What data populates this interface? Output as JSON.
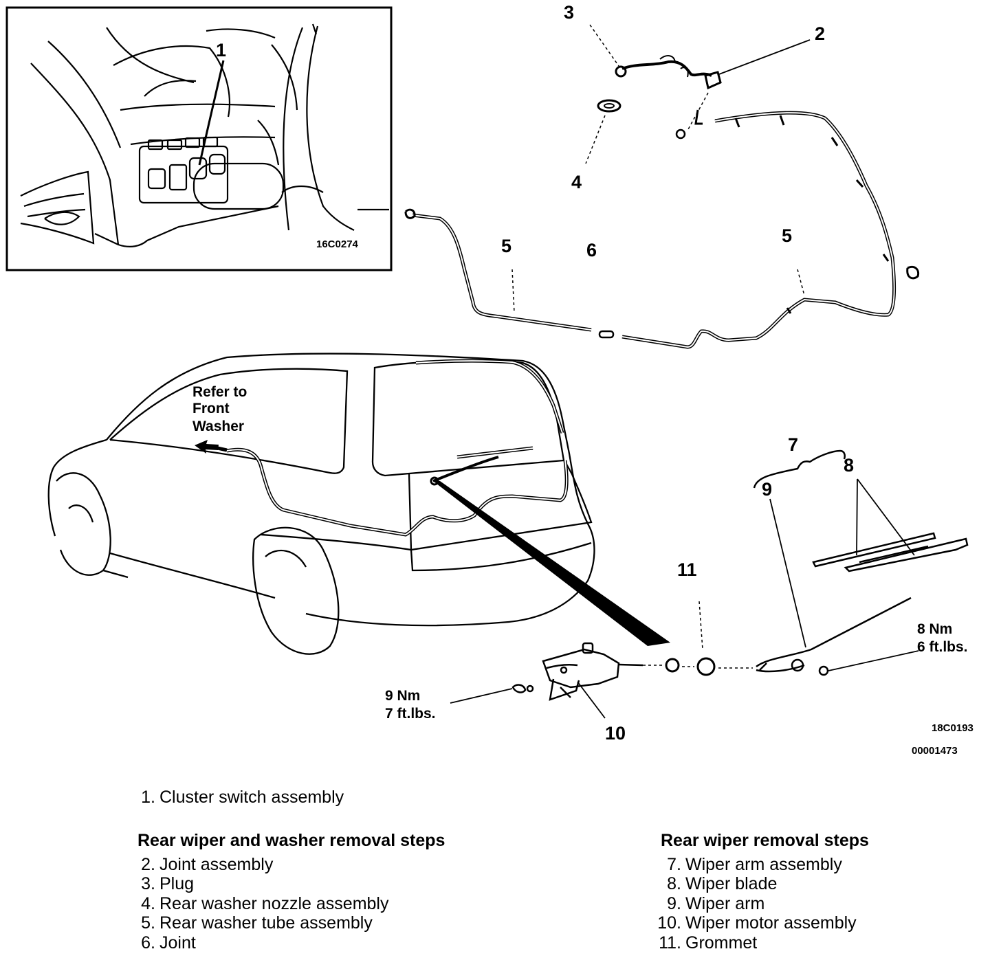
{
  "inset": {
    "callout": "1",
    "figure_code": "16C0274"
  },
  "diagram": {
    "callouts": {
      "c2": "2",
      "c3": "3",
      "c4": "4",
      "c5a": "5",
      "c5b": "5",
      "c6": "6",
      "c7": "7",
      "c8": "8",
      "c9": "9",
      "c10": "10",
      "c11": "11"
    },
    "note_refer": [
      "Refer to",
      "Front",
      "Washer"
    ],
    "torque_arm": [
      "8 Nm",
      "6 ft.lbs."
    ],
    "torque_motor": [
      "9 Nm",
      "7 ft.lbs."
    ],
    "figure_code": "18C0193",
    "doc_code": "00001473"
  },
  "legend": {
    "cluster": {
      "num": "1.",
      "label": "Cluster switch assembly"
    },
    "left": {
      "heading": "Rear wiper and washer removal steps",
      "items": [
        {
          "num": "2.",
          "label": "Joint assembly"
        },
        {
          "num": "3.",
          "label": "Plug"
        },
        {
          "num": "4.",
          "label": "Rear washer nozzle assembly"
        },
        {
          "num": "5.",
          "label": "Rear washer tube assembly"
        },
        {
          "num": "6.",
          "label": "Joint"
        }
      ]
    },
    "right": {
      "heading": "Rear wiper removal steps",
      "items": [
        {
          "num": "7.",
          "label": "Wiper arm assembly"
        },
        {
          "num": "8.",
          "label": "Wiper blade"
        },
        {
          "num": "9.",
          "label": "Wiper arm"
        },
        {
          "num": "10.",
          "label": "Wiper motor assembly"
        },
        {
          "num": "11.",
          "label": "Grommet"
        }
      ]
    }
  }
}
